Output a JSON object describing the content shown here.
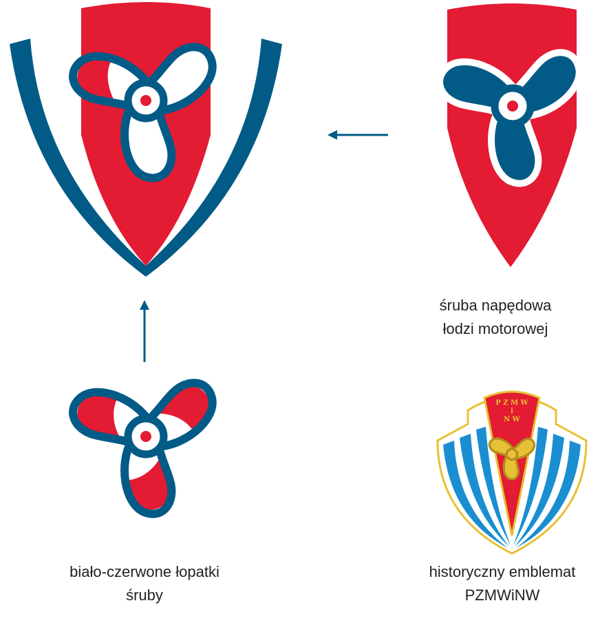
{
  "colors": {
    "red": "#E31B33",
    "blue": "#015B86",
    "white": "#FFFFFF",
    "sky": "#1A8ED0",
    "gold": "#E7C135",
    "gold_dark": "#B58B1E"
  },
  "captions": {
    "boat_propeller": [
      "śruba napędowa",
      "łodzi motorowej"
    ],
    "red_white_blades": [
      "biało-czerwone łopatki",
      "śruby"
    ],
    "historic_emblem": [
      "historyczny emblemat",
      "PZMWiNW"
    ]
  },
  "emblem_text": {
    "line1": "P Z M W",
    "line2": "i",
    "line3": "N W"
  },
  "arrows": [
    {
      "from": "boat-propeller",
      "to": "final-logo"
    },
    {
      "from": "red-white-blades",
      "to": "final-logo"
    }
  ]
}
